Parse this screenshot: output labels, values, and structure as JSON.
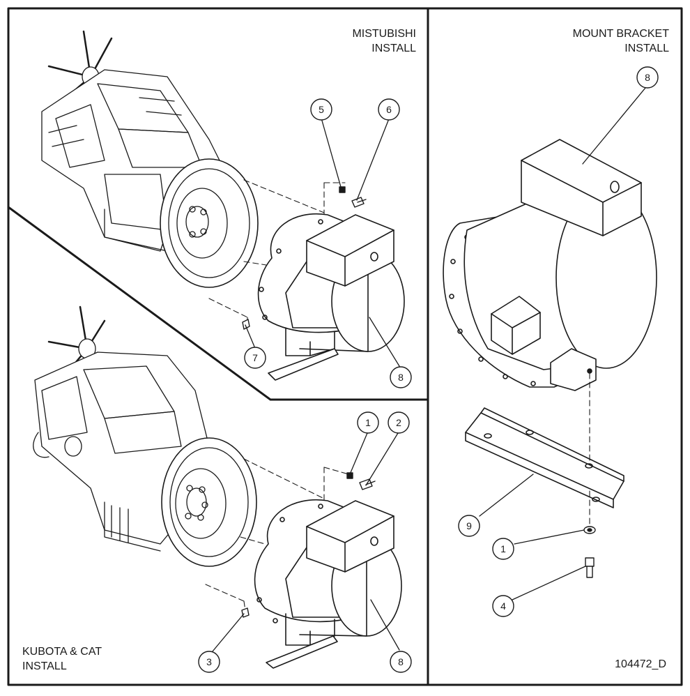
{
  "panels": {
    "mitsubishi": {
      "title_line1": "MISTUBISHI",
      "title_line2": "INSTALL"
    },
    "mount_bracket": {
      "title_line1": "MOUNT BRACKET",
      "title_line2": "INSTALL"
    },
    "kubota_cat": {
      "title_line1": "KUBOTA & CAT",
      "title_line2": "INSTALL"
    }
  },
  "drawing_number": "104472_D",
  "callouts": {
    "mitsubishi": [
      "5",
      "6",
      "7",
      "8"
    ],
    "kubota_cat": [
      "1",
      "2",
      "3",
      "8"
    ],
    "mount_bracket": [
      "8",
      "9",
      "1",
      "4"
    ]
  },
  "colors": {
    "line": "#1a1a1a",
    "background": "#ffffff"
  }
}
